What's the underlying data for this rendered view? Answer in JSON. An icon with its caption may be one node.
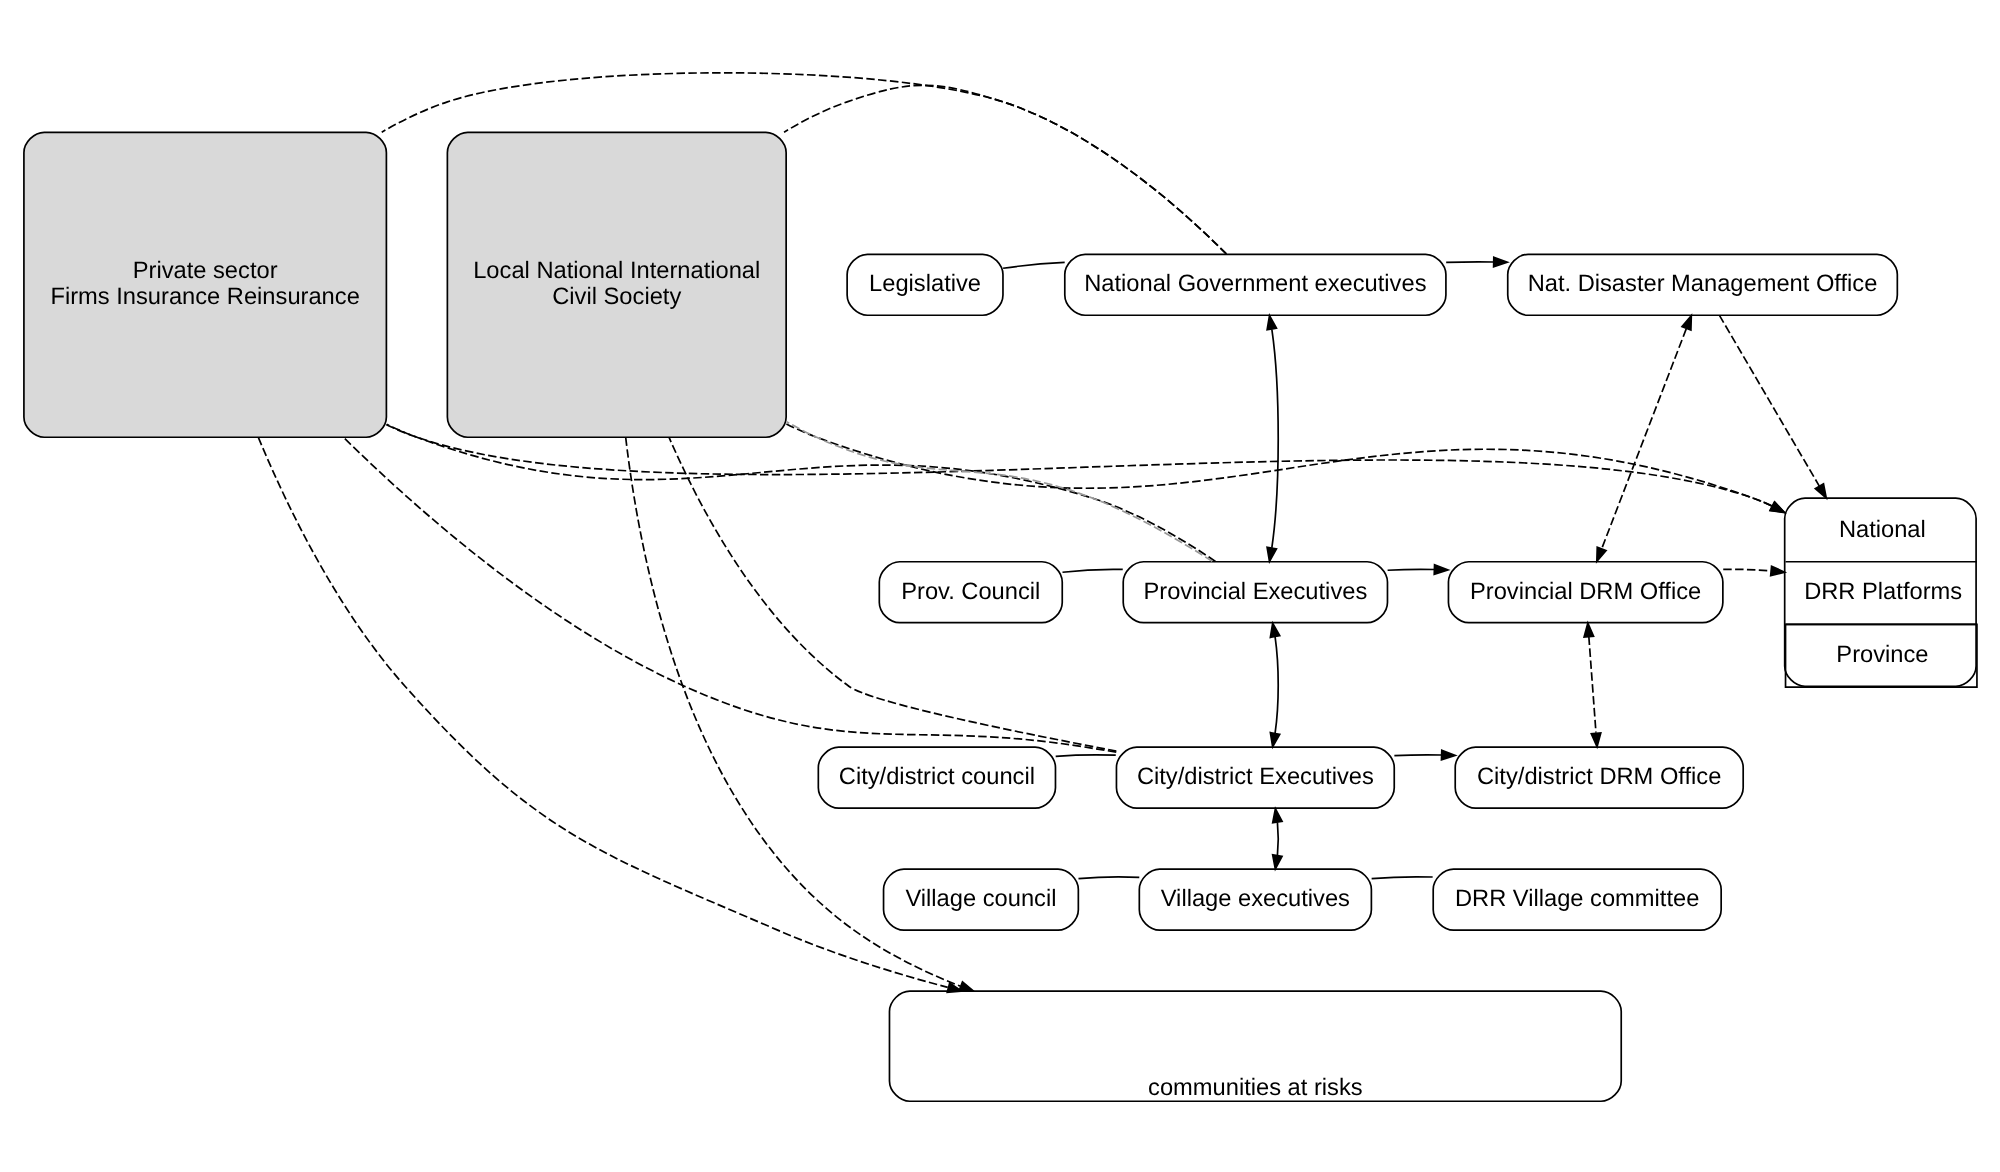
{
  "diagram": {
    "nodes": [
      {
        "text": [
          "Private sector",
          "Firms Insurance Reinsurance"
        ]
      },
      {
        "text": [
          "Legislative"
        ]
      },
      {
        "text": [
          "National Government executives"
        ]
      },
      {
        "text": [
          "Nat. Disaster Management Office"
        ]
      },
      {
        "text": [
          "National",
          "DRR Platforms",
          "Province"
        ]
      },
      {
        "text": [
          "Local National International",
          "Civil Society"
        ]
      },
      {
        "text": [
          "Prov. Council"
        ]
      },
      {
        "text": [
          "Provincial Executives"
        ]
      },
      {
        "text": [
          "Provincial DRM Office"
        ]
      },
      {
        "text": [
          "City/district council"
        ]
      },
      {
        "text": [
          "City/district Executives"
        ]
      },
      {
        "text": [
          "City/district DRM Office"
        ]
      },
      {
        "text": [
          "communities at risks"
        ]
      },
      {
        "text": [
          "Village council"
        ]
      },
      {
        "text": [
          "Village executives"
        ]
      },
      {
        "text": [
          "DRR Village committee"
        ]
      }
    ],
    "edges": [
      {
        "from": 1,
        "to": 2,
        "arrow": "none"
      },
      {
        "from": 2,
        "to": 3,
        "arrow": "to"
      },
      {
        "from": 2,
        "to": 7,
        "arrow": "both"
      },
      {
        "from": 6,
        "to": 7,
        "arrow": "none"
      },
      {
        "from": 7,
        "to": 8,
        "arrow": "to"
      },
      {
        "from": 7,
        "to": 10,
        "arrow": "both"
      },
      {
        "from": 9,
        "to": 10,
        "arrow": "none"
      },
      {
        "from": 10,
        "to": 11,
        "arrow": "to"
      },
      {
        "from": 10,
        "to": 14,
        "arrow": "both"
      },
      {
        "from": 13,
        "to": 14,
        "arrow": "none"
      },
      {
        "from": 14,
        "to": 15,
        "arrow": "none"
      },
      {
        "from": 3,
        "to": 8,
        "arrow": "both",
        "style": "dashed"
      },
      {
        "from": 8,
        "to": 11,
        "arrow": "both",
        "style": "dashed"
      },
      {
        "from": 8,
        "to": 4,
        "arrow": "to",
        "style": "dashed"
      },
      {
        "from": 3,
        "to": 4,
        "arrow": "to",
        "style": "dashed"
      },
      {
        "from": 0,
        "to": 4,
        "arrow": "to",
        "style": "dashed"
      },
      {
        "from": 5,
        "to": 4,
        "arrow": "to",
        "style": "dashed"
      },
      {
        "from": 2,
        "to": 0,
        "arrow": "none",
        "style": "dashed"
      },
      {
        "from": 7,
        "to": 0,
        "arrow": "none",
        "style": "dashed"
      },
      {
        "from": 10,
        "to": 0,
        "arrow": "none",
        "style": "dashed"
      },
      {
        "from": 2,
        "to": 5,
        "arrow": "none",
        "style": "dashed"
      },
      {
        "from": 7,
        "to": 5,
        "arrow": "none",
        "style": "dashed",
        "color": "#999999"
      },
      {
        "from": 10,
        "to": 5,
        "arrow": "none",
        "style": "dashed"
      },
      {
        "from": 0,
        "to": 12,
        "arrow": "to",
        "style": "dashed"
      },
      {
        "from": 5,
        "to": 12,
        "arrow": "to",
        "style": "dashed"
      }
    ]
  }
}
